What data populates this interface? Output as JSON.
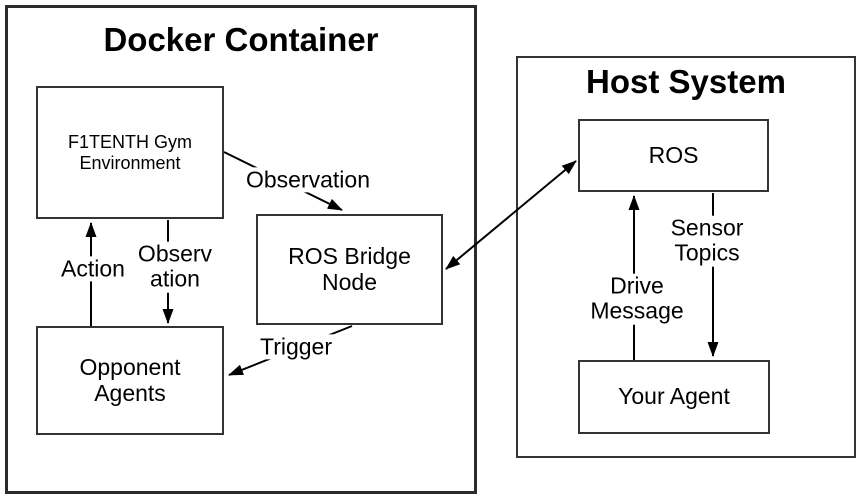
{
  "groups": {
    "docker": {
      "title": "Docker Container"
    },
    "host": {
      "title": "Host System"
    }
  },
  "nodes": {
    "f1tenth": {
      "label": "F1TENTH Gym\nEnvironment"
    },
    "bridge": {
      "label": "ROS Bridge\nNode"
    },
    "opponent": {
      "label": "Opponent\nAgents"
    },
    "ros": {
      "label": "ROS"
    },
    "agent": {
      "label": "Your Agent"
    }
  },
  "edge_labels": {
    "observation_diag": "Observation",
    "action": "Action",
    "observation_vert": "Observ\nation",
    "trigger": "Trigger",
    "drive": "Drive\nMessage",
    "sensor": "Sensor\nTopics"
  },
  "colors": {
    "stroke": "#333333",
    "arrow": "#000000",
    "text": "#000000",
    "background": "#ffffff"
  }
}
